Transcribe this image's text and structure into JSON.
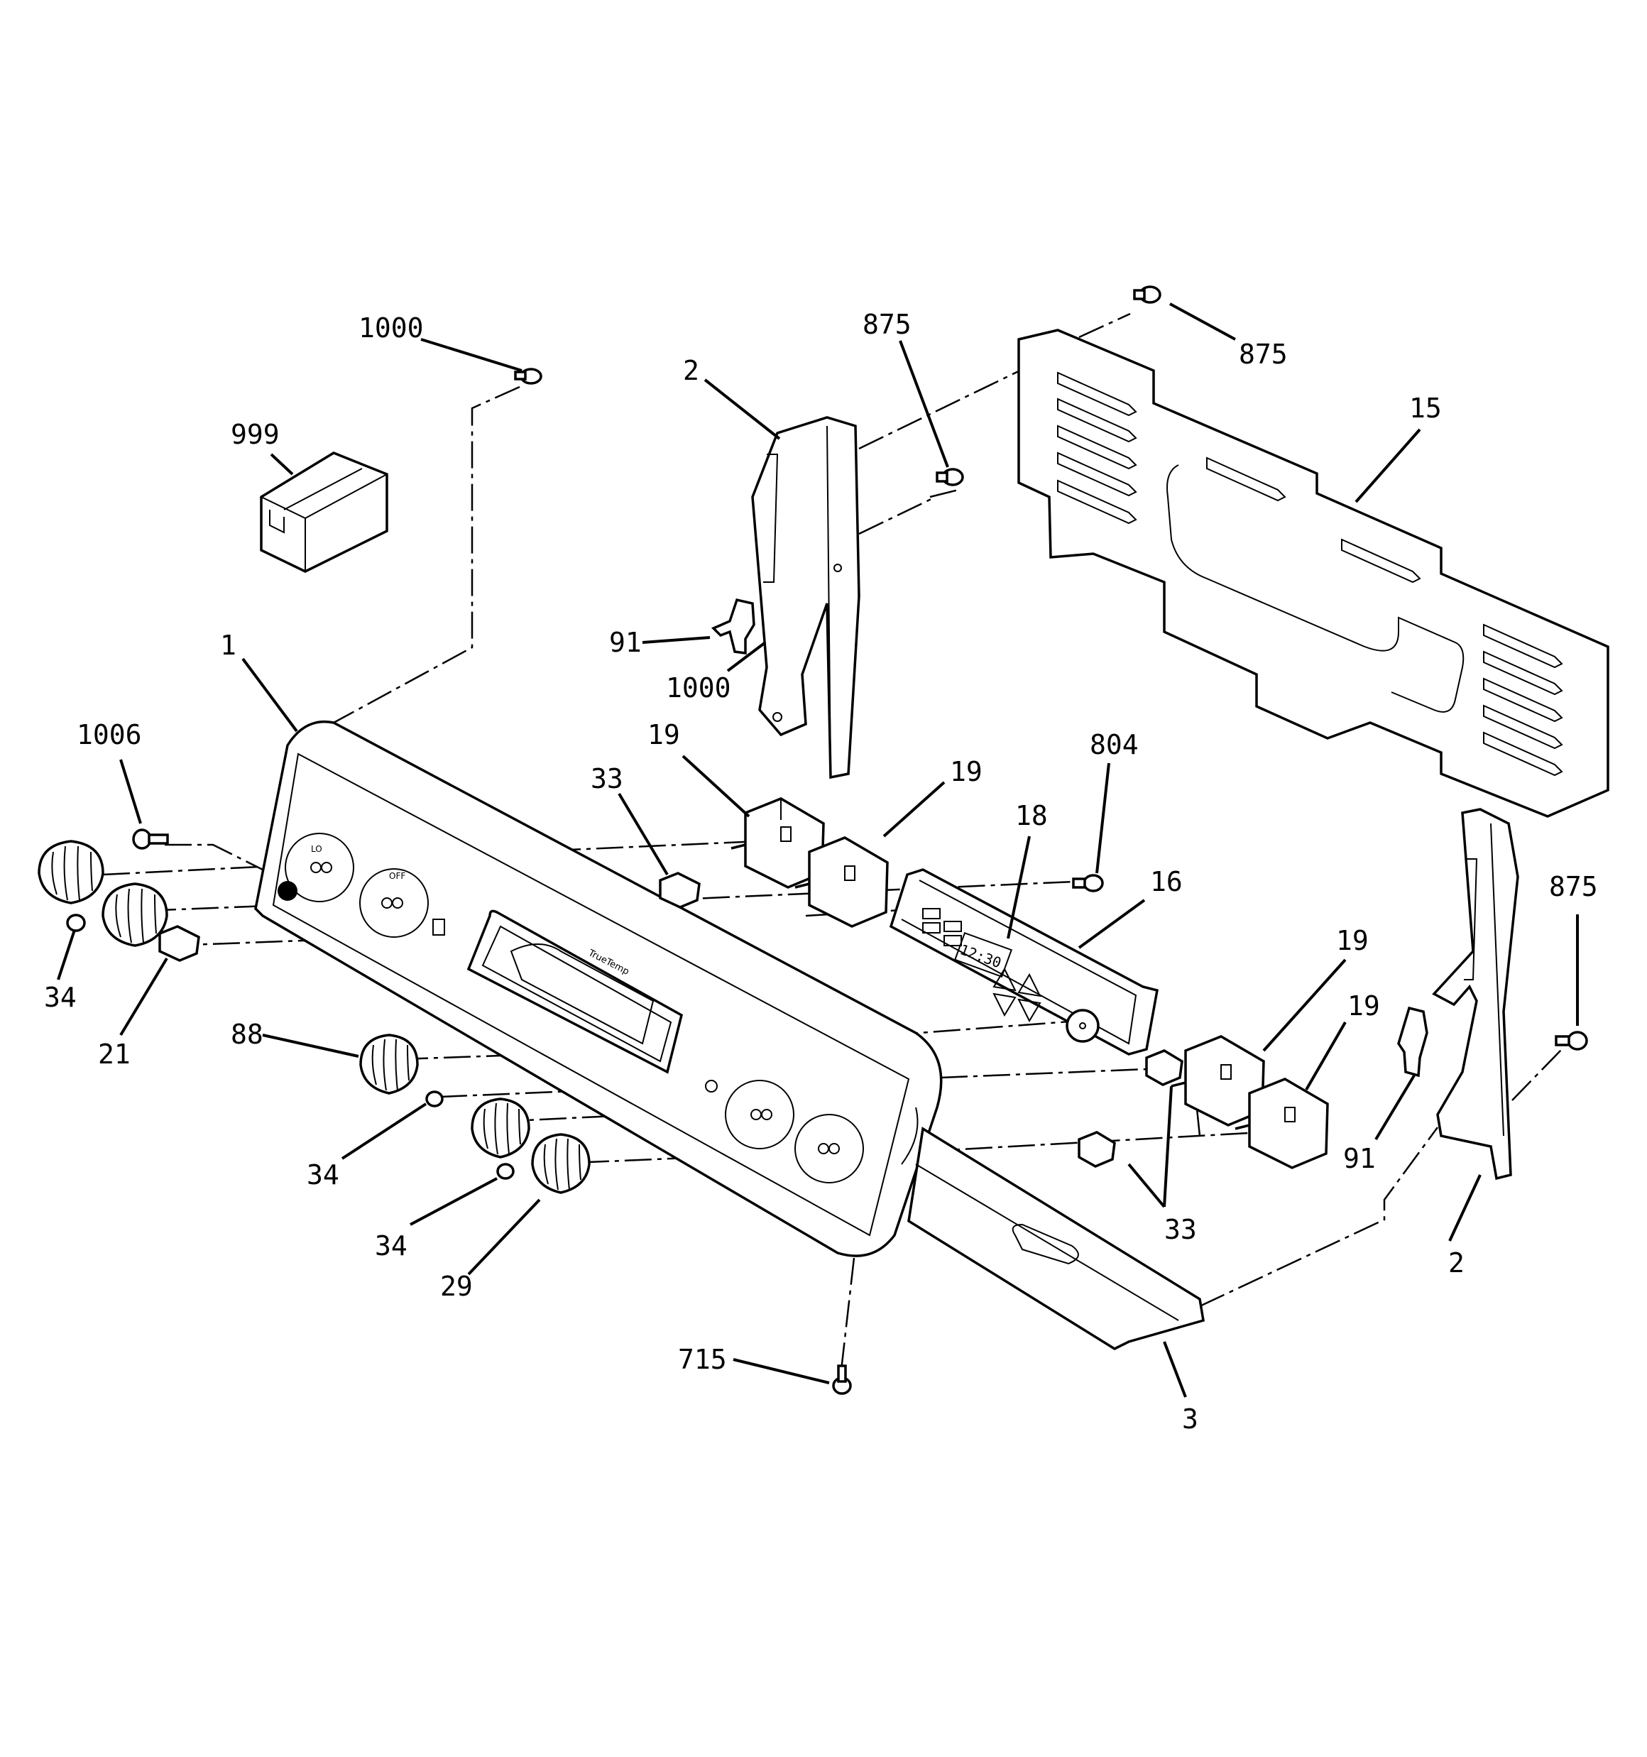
{
  "diagram": {
    "callouts": [
      {
        "id": "c-1000-top",
        "text": "1000"
      },
      {
        "id": "c-999",
        "text": "999"
      },
      {
        "id": "c-2-top",
        "text": "2"
      },
      {
        "id": "c-875-top",
        "text": "875"
      },
      {
        "id": "c-875-right-top",
        "text": "875"
      },
      {
        "id": "c-15",
        "text": "15"
      },
      {
        "id": "c-91-left",
        "text": "91"
      },
      {
        "id": "c-1000-mid",
        "text": "1000"
      },
      {
        "id": "c-1",
        "text": "1"
      },
      {
        "id": "c-1006",
        "text": "1006"
      },
      {
        "id": "c-19-a",
        "text": "19"
      },
      {
        "id": "c-19-b",
        "text": "19"
      },
      {
        "id": "c-33-top",
        "text": "33"
      },
      {
        "id": "c-804",
        "text": "804"
      },
      {
        "id": "c-18",
        "text": "18"
      },
      {
        "id": "c-16",
        "text": "16"
      },
      {
        "id": "c-875-right",
        "text": "875"
      },
      {
        "id": "c-34-left",
        "text": "34"
      },
      {
        "id": "c-21",
        "text": "21"
      },
      {
        "id": "c-19-c",
        "text": "19"
      },
      {
        "id": "c-19-d",
        "text": "19"
      },
      {
        "id": "c-88",
        "text": "88"
      },
      {
        "id": "c-91-right",
        "text": "91"
      },
      {
        "id": "c-34-mid",
        "text": "34"
      },
      {
        "id": "c-33-bottom",
        "text": "33"
      },
      {
        "id": "c-2-bottom",
        "text": "2"
      },
      {
        "id": "c-34-bottom",
        "text": "34"
      },
      {
        "id": "c-29",
        "text": "29"
      },
      {
        "id": "c-715",
        "text": "715"
      },
      {
        "id": "c-3",
        "text": "3"
      }
    ],
    "panel_marks": {
      "brand": "TrueTemp",
      "clock": "12:30",
      "knob_lo": "LO",
      "knob_off": "OFF"
    }
  }
}
